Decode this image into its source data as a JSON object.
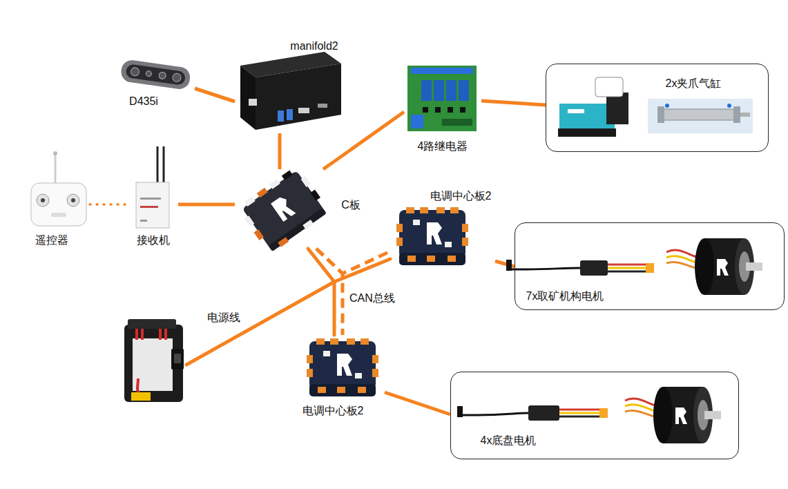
{
  "diagram": {
    "nodes": [
      {
        "text": [
          "manifold2"
        ]
      },
      {
        "text": [
          "D435i"
        ]
      },
      {
        "text": [
          "4路继电器"
        ]
      },
      {
        "text": [
          "2x夹爪气缸"
        ]
      },
      {
        "text": [
          "遥控器"
        ]
      },
      {
        "text": [
          "接收机"
        ]
      },
      {
        "text": [
          "C板"
        ]
      },
      {
        "text": [
          "电调中心板2"
        ]
      },
      {
        "text": [
          "7x取矿机构电机"
        ]
      },
      {
        "text": [
          "电调中心板2"
        ]
      },
      {
        "text": [
          "4x底盘电机"
        ]
      }
    ],
    "edges": [
      {
        "from": 1,
        "to": 0,
        "arrow": "none"
      },
      {
        "from": 0,
        "to": 6,
        "arrow": "none"
      },
      {
        "from": 6,
        "to": 2,
        "arrow": "none"
      },
      {
        "from": 2,
        "to": 3,
        "arrow": "none"
      },
      {
        "from": 4,
        "to": 5,
        "arrow": "none"
      },
      {
        "from": 5,
        "to": 6,
        "arrow": "none"
      },
      {
        "from": 6,
        "to": 7,
        "arrow": "none"
      },
      {
        "from": 6,
        "to": 9,
        "arrow": "none"
      },
      {
        "from": 7,
        "to": 8,
        "arrow": "none"
      },
      {
        "from": 9,
        "to": 10,
        "arrow": "none"
      }
    ],
    "labels": [
      "电源线",
      "CAN总线"
    ]
  }
}
